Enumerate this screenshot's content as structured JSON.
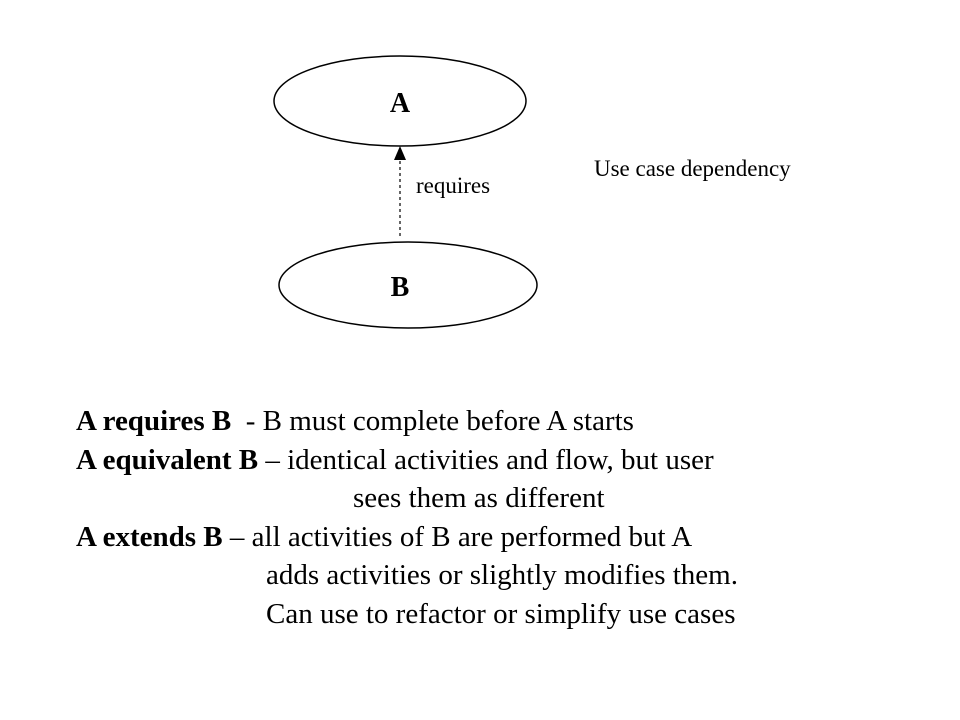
{
  "diagram": {
    "node_a": "A",
    "node_b": "B",
    "edge_label": "requires",
    "caption": "Use case dependency"
  },
  "definitions": {
    "requires": {
      "term": "A requires B",
      "text": "  - B must complete before A starts"
    },
    "equivalent": {
      "term": "A equivalent B",
      "text": " – identical activities and flow, but user",
      "cont": "sees them as different"
    },
    "extends": {
      "term": "A extends B",
      "text": " – all activities of B are performed but A",
      "cont1": "adds activities or slightly modifies them.",
      "cont2": "Can use to refactor or simplify use cases"
    }
  }
}
